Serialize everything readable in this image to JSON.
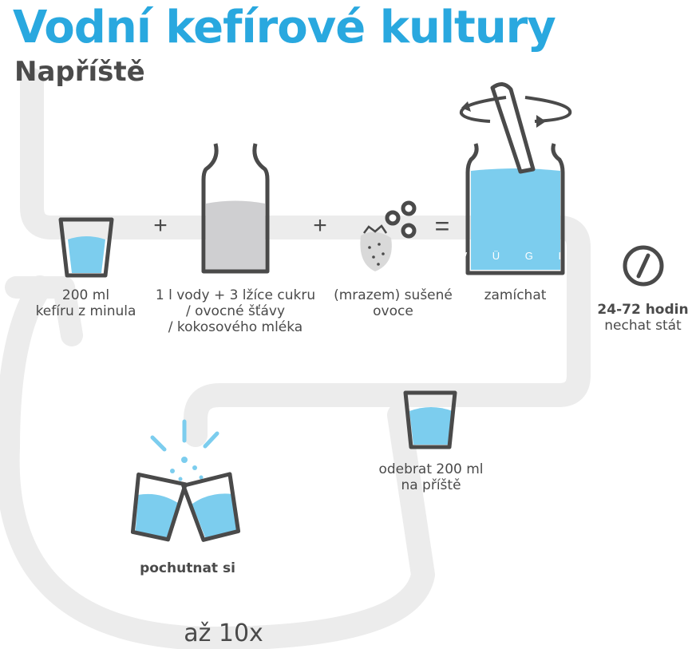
{
  "title": "Vodní kefírové kultury",
  "subtitle": "Napříště",
  "steps": {
    "kefir": [
      "200 ml",
      "kefíru z minula"
    ],
    "water": [
      "1 l vody + 3 lžíce cukru",
      "/ ovocné šťávy",
      "/ kokosového mléka"
    ],
    "fruit": [
      "(mrazem) sušené",
      "ovoce"
    ],
    "mix": [
      "zamíchat"
    ],
    "wait": [
      "24-72 hodin",
      "nechat stát"
    ],
    "take": [
      "odebrat 200 ml",
      "na příště"
    ],
    "enjoy": [
      "pochutnat si"
    ]
  },
  "operators": {
    "plus1": "+",
    "plus2": "+",
    "equals": "="
  },
  "jar_brand": "W Ü G I",
  "repeat_label": "až 10x",
  "colors": {
    "blue": "#29a8df",
    "water": "#7ccdee",
    "dark": "#4a4a4a",
    "path": "#ececec",
    "milk": "#cfcfd1"
  }
}
